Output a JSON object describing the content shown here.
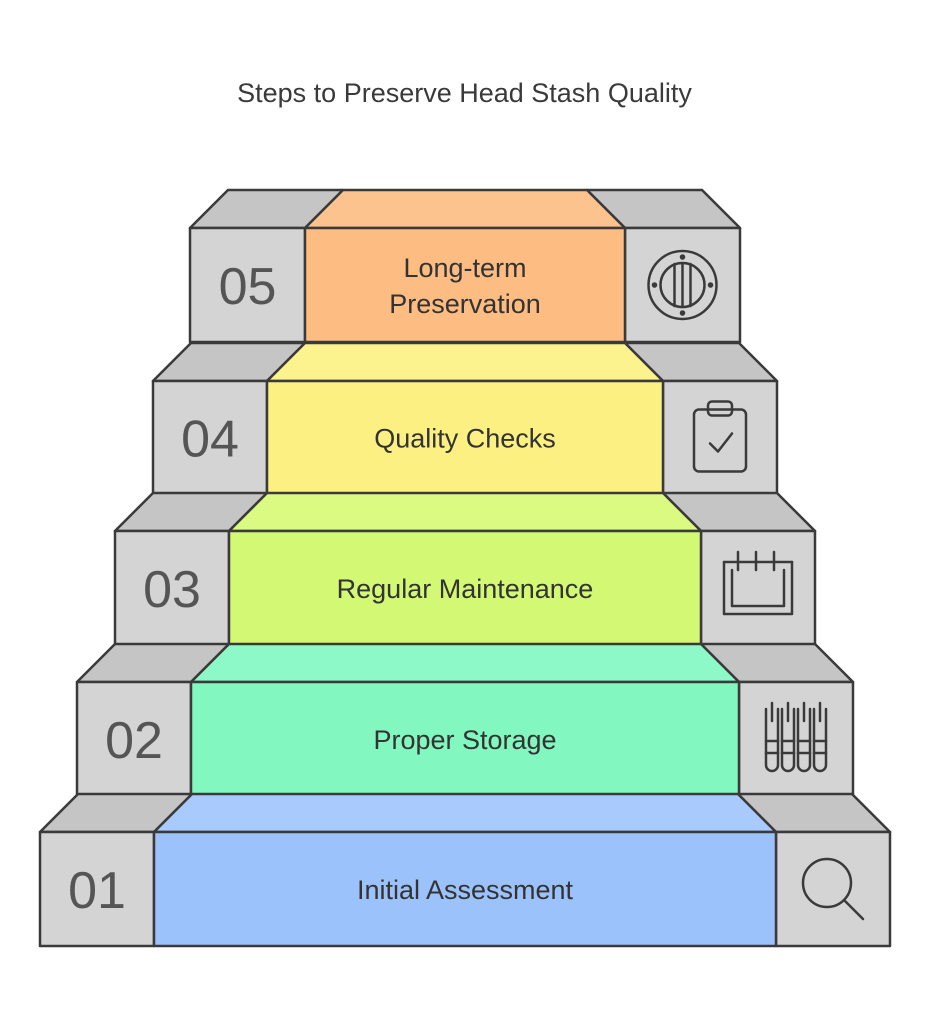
{
  "title": "Steps to Preserve Head Stash Quality",
  "colors": {
    "gray_face": "#d4d4d4",
    "gray_top": "#c5c5c5",
    "outline": "#3a3a3a"
  },
  "steps": [
    {
      "number": "01",
      "label": [
        "Initial Assessment"
      ],
      "icon": "magnifier-icon",
      "face": "#9cc2fb",
      "top": "#a9cafc"
    },
    {
      "number": "02",
      "label": [
        "Proper Storage"
      ],
      "icon": "test-tubes-icon",
      "face": "#82f7c0",
      "top": "#8ef9c8"
    },
    {
      "number": "03",
      "label": [
        "Regular Maintenance"
      ],
      "icon": "calendar-icon",
      "face": "#d2f874",
      "top": "#dbfa82"
    },
    {
      "number": "04",
      "label": [
        "Quality Checks"
      ],
      "icon": "clipboard-check-icon",
      "face": "#fbf081",
      "top": "#fcf38e"
    },
    {
      "number": "05",
      "label": [
        "Long-term",
        "Preservation"
      ],
      "icon": "vault-icon",
      "face": "#fcbc82",
      "top": "#fcc38e"
    }
  ]
}
